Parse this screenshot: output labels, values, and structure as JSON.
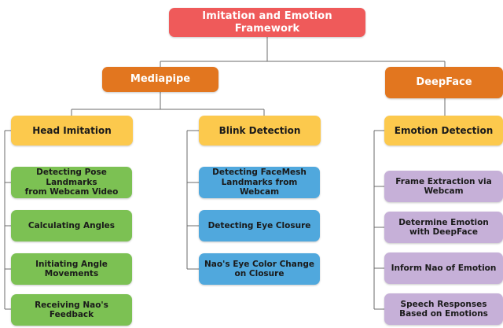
{
  "diagram": {
    "title": "Imitation and Emotion Framework",
    "type": "tree-hierarchy",
    "connector_color": "#6b6b6b",
    "palette": {
      "root": "#ef5a5a",
      "level2": "#e2761f",
      "level3": "#fcc94d",
      "leaf_mediapipe_head": "#7cc153",
      "leaf_mediapipe_blink": "#50a8dd",
      "leaf_deepface": "#c6b0d8",
      "background": "#ffffff"
    },
    "root": {
      "label": "Imitation and Emotion Framework"
    },
    "branches": [
      {
        "label": "Mediapipe",
        "subbranches": [
          {
            "label": "Head Imitation",
            "leaves": [
              {
                "label": "Detecting Pose Landmarks\nfrom Webcam Video"
              },
              {
                "label": "Calculating Angles"
              },
              {
                "label": "Initiating Angle\nMovements"
              },
              {
                "label": "Receiving Nao's\nFeedback"
              }
            ]
          },
          {
            "label": "Blink Detection",
            "leaves": [
              {
                "label": "Detecting FaceMesh\nLandmarks from Webcam"
              },
              {
                "label": "Detecting Eye Closure"
              },
              {
                "label": "Nao's Eye Color Change\non Closure"
              }
            ]
          }
        ]
      },
      {
        "label": "DeepFace",
        "subbranches": [
          {
            "label": "Emotion Detection",
            "leaves": [
              {
                "label": "Frame Extraction via\nWebcam"
              },
              {
                "label": "Determine Emotion\nwith DeepFace"
              },
              {
                "label": "Inform Nao of Emotion"
              },
              {
                "label": "Speech Responses\nBased on Emotions"
              }
            ]
          }
        ]
      }
    ]
  }
}
